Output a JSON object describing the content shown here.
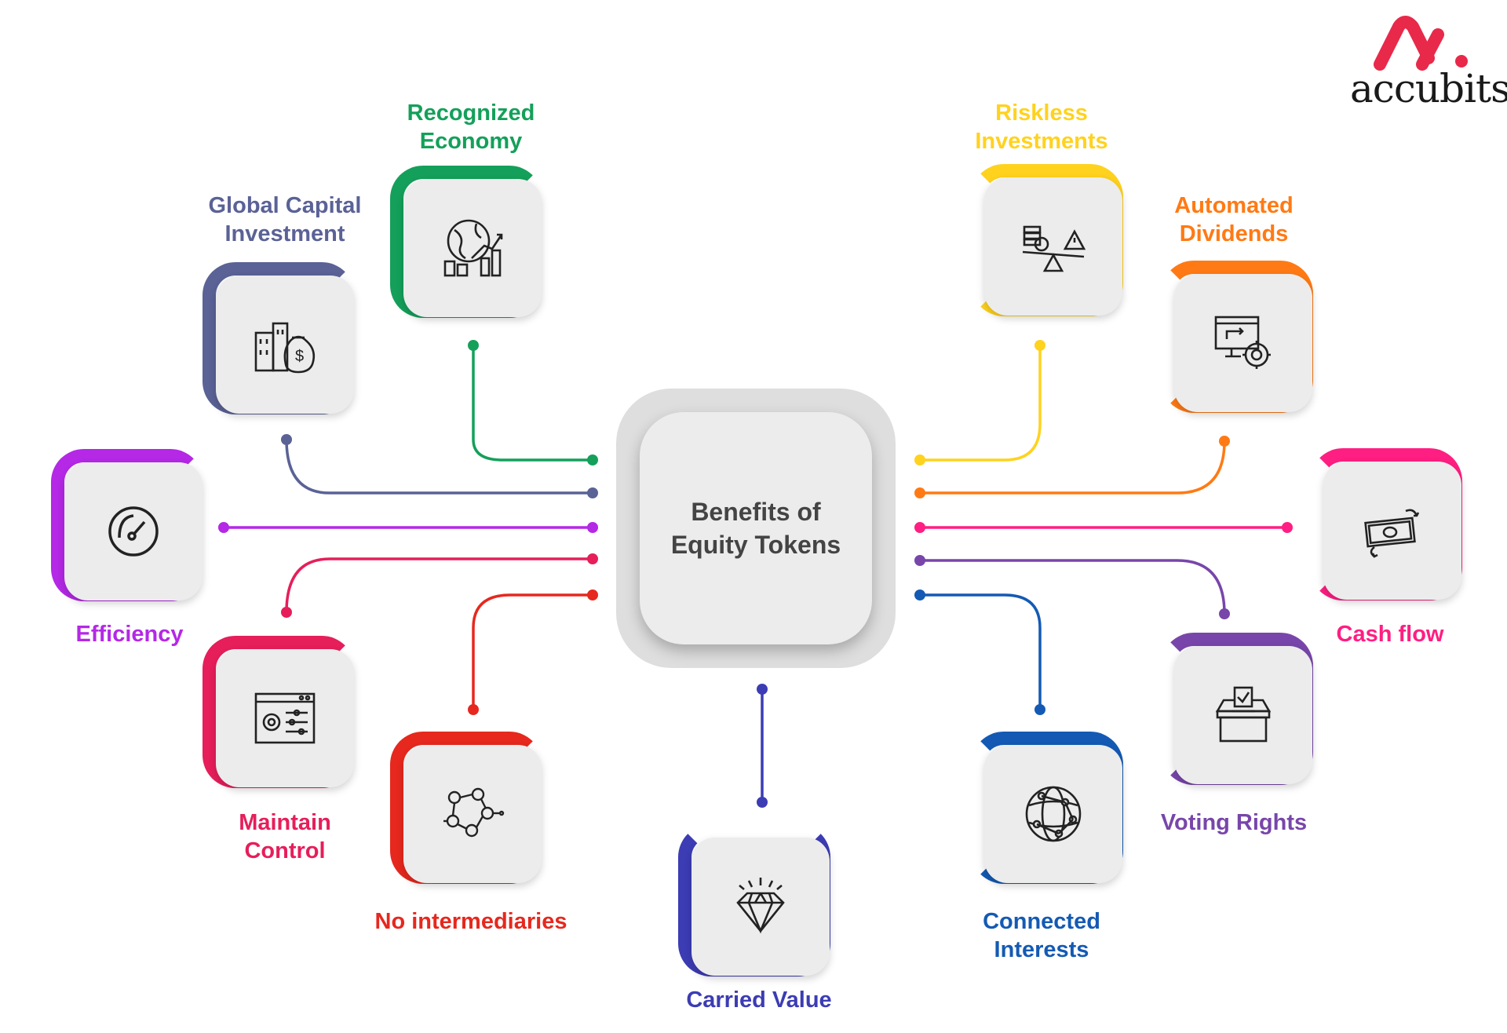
{
  "brand": {
    "name": "accubits",
    "color": "#e8294a"
  },
  "center": {
    "line1": "Benefits of",
    "line2": "Equity Tokens"
  },
  "benefits": [
    {
      "id": "global-capital",
      "line1": "Global Capital",
      "line2": "Investment",
      "color": "#5a6296",
      "icon": "city-money-bag-icon"
    },
    {
      "id": "recognized-economy",
      "line1": "Recognized",
      "line2": "Economy",
      "color": "#14a05a",
      "icon": "globe-growth-chart-icon"
    },
    {
      "id": "riskless-investments",
      "line1": "Riskless",
      "line2": "Investments",
      "color": "#ffd21e",
      "icon": "balance-scale-risk-icon"
    },
    {
      "id": "automated-dividends",
      "line1": "Automated",
      "line2": "Dividends",
      "color": "#ff7a14",
      "icon": "computer-gear-icon"
    },
    {
      "id": "efficiency",
      "line1": "Efficiency",
      "line2": "",
      "color": "#b428e6",
      "icon": "speedometer-icon"
    },
    {
      "id": "cash-flow",
      "line1": "Cash flow",
      "line2": "",
      "color": "#ff1e82",
      "icon": "cash-exchange-icon"
    },
    {
      "id": "maintain-control",
      "line1": "Maintain",
      "line2": "Control",
      "color": "#e61e5a",
      "icon": "control-panel-icon"
    },
    {
      "id": "no-intermediaries",
      "line1": "No intermediaries",
      "line2": "",
      "color": "#e6281e",
      "icon": "network-people-icon"
    },
    {
      "id": "carried-value",
      "line1": "Carried Value",
      "line2": "",
      "color": "#3c3cb4",
      "icon": "diamond-icon"
    },
    {
      "id": "connected-interests",
      "line1": "Connected",
      "line2": "Interests",
      "color": "#145ab4",
      "icon": "globe-network-icon"
    },
    {
      "id": "voting-rights",
      "line1": "Voting Rights",
      "line2": "",
      "color": "#7846aa",
      "icon": "ballot-box-icon"
    }
  ]
}
